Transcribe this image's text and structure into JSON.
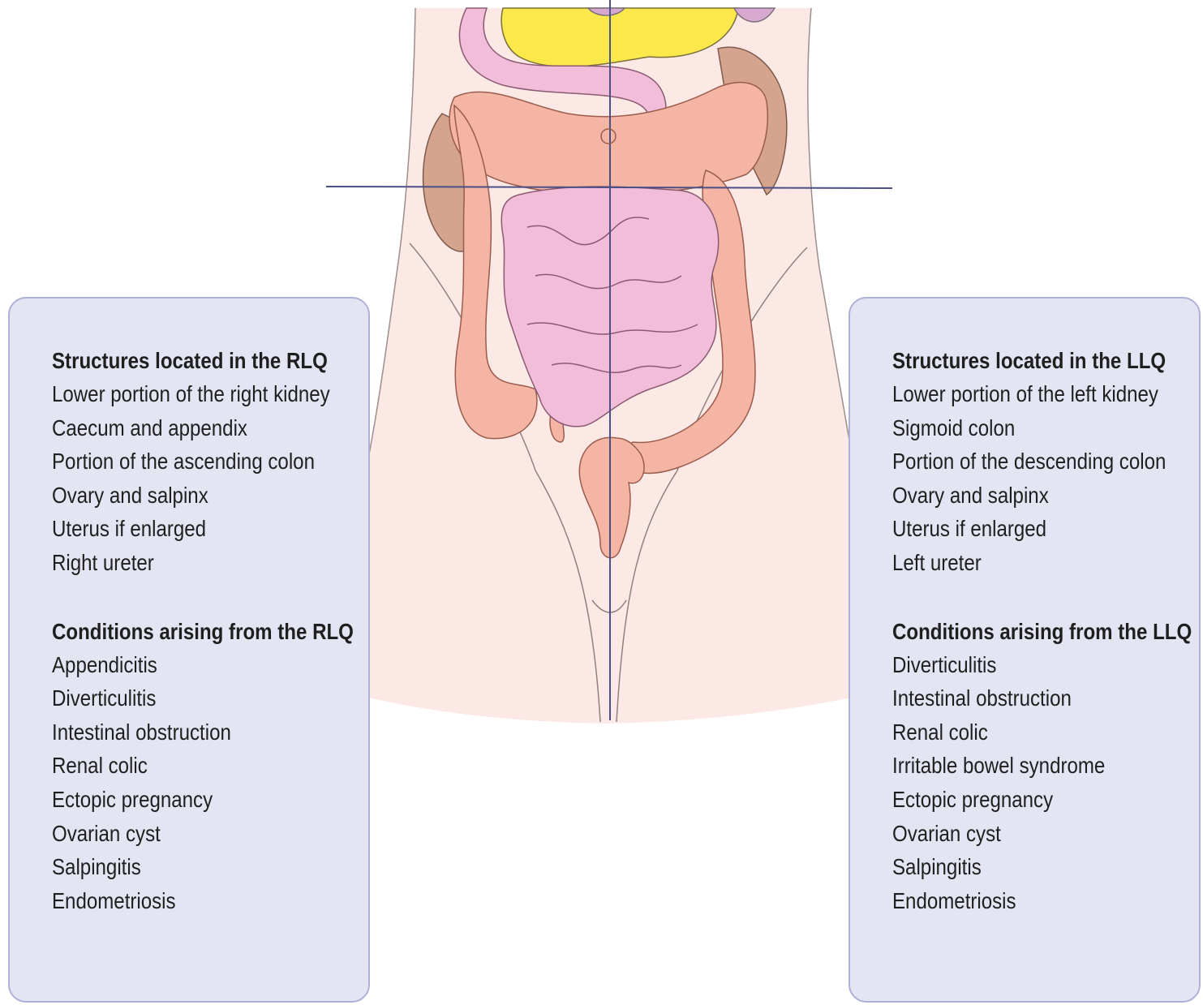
{
  "rlq": {
    "structures_heading": "Structures located in the RLQ",
    "structures": [
      "Lower portion of the right kidney",
      "Caecum and appendix",
      "Portion of the ascending colon",
      "Ovary and salpinx",
      "Uterus if enlarged",
      "Right ureter"
    ],
    "conditions_heading": "Conditions arising from the RLQ",
    "conditions": [
      "Appendicitis",
      "Diverticulitis",
      "Intestinal obstruction",
      "Renal colic",
      "Ectopic pregnancy",
      "Ovarian cyst",
      "Salpingitis",
      "Endometriosis"
    ]
  },
  "llq": {
    "structures_heading": "Structures located in the LLQ",
    "structures": [
      "Lower portion of the left kidney",
      "Sigmoid colon",
      "Portion of the descending colon",
      "Ovary and salpinx",
      "Uterus if enlarged",
      "Left ureter"
    ],
    "conditions_heading": "Conditions arising from the LLQ",
    "conditions": [
      "Diverticulitis",
      "Intestinal obstruction",
      "Renal colic",
      "Irritable bowel syndrome",
      "Ectopic pregnancy",
      "Ovarian cyst",
      "Salpingitis",
      "Endometriosis"
    ]
  },
  "colors": {
    "skin": "#fce9e6",
    "colon": "#f4b5a4",
    "small_intestine": "#f1bdd8",
    "pancreas": "#fbe84a",
    "kidney": "#d4a48e",
    "panel_fill": "#e4e5f3",
    "panel_border": "#aeb1d6",
    "quadrant_line": "#4a4f86"
  }
}
